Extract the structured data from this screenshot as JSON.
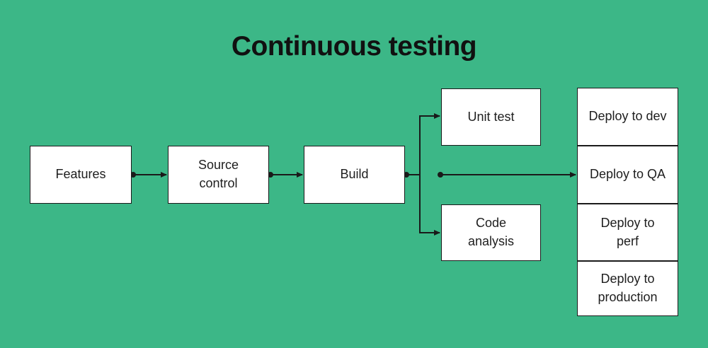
{
  "title": "Continuous testing",
  "colors": {
    "background": "#3CB787",
    "box_fill": "#FFFFFF",
    "box_border": "#1A1A1A",
    "line": "#1A1A1A",
    "title_text": "#111111",
    "box_text": "#1E1E1E"
  },
  "nodes": {
    "features": {
      "label": "Features"
    },
    "source_control": {
      "label": "Source control"
    },
    "build": {
      "label": "Build"
    },
    "unit_test": {
      "label": "Unit test"
    },
    "code_analysis": {
      "label": "Code analysis"
    },
    "deploy_dev": {
      "label": "Deploy to dev"
    },
    "deploy_qa": {
      "label": "Deploy to QA"
    },
    "deploy_perf": {
      "label": "Deploy to perf"
    },
    "deploy_production": {
      "label": "Deploy to production"
    }
  },
  "edges": [
    {
      "from": "features",
      "to": "source_control"
    },
    {
      "from": "source_control",
      "to": "build"
    },
    {
      "from": "build",
      "to": "unit_test"
    },
    {
      "from": "build",
      "to": "code_analysis"
    },
    {
      "from": "build",
      "to": "deploy_qa"
    }
  ]
}
